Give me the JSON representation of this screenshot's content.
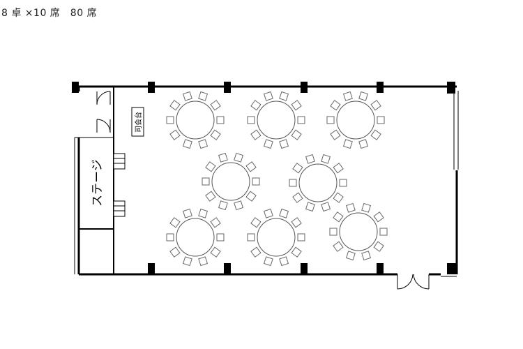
{
  "header": {
    "caption": "8 卓 ×10 席　80 席"
  },
  "labels": {
    "mc_podium": "司会台",
    "stage": "ステージ"
  },
  "layout": {
    "tables": 8,
    "seats_per_table": 10
  },
  "colors": {
    "line": "#000000",
    "chair": "#666666",
    "table": "#555555",
    "background": "#ffffff"
  }
}
